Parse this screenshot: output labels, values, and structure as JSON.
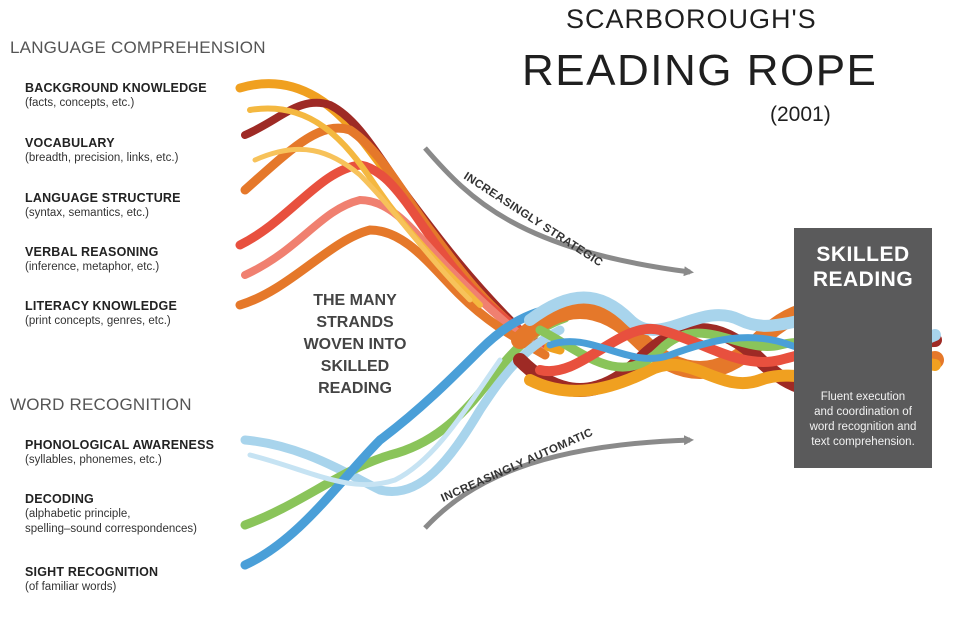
{
  "title": {
    "top": "SCARBOROUGH'S",
    "main": "READING ROPE",
    "year": "(2001)"
  },
  "language_comprehension": {
    "heading": "LANGUAGE COMPREHENSION",
    "strands": [
      {
        "title": "BACKGROUND KNOWLEDGE",
        "desc": "(facts, concepts, etc.)"
      },
      {
        "title": "VOCABULARY",
        "desc": "(breadth, precision, links, etc.)"
      },
      {
        "title": "LANGUAGE STRUCTURE",
        "desc": "(syntax, semantics, etc.)"
      },
      {
        "title": "VERBAL REASONING",
        "desc": "(inference, metaphor, etc.)"
      },
      {
        "title": "LITERACY KNOWLEDGE",
        "desc": "(print concepts, genres, etc.)"
      }
    ]
  },
  "word_recognition": {
    "heading": "WORD RECOGNITION",
    "strands": [
      {
        "title": "PHONOLOGICAL AWARENESS",
        "desc": "(syllables, phonemes, etc.)"
      },
      {
        "title": "DECODING",
        "desc": "(alphabetic principle,",
        "desc2": "spelling–sound correspondences)"
      },
      {
        "title": "SIGHT RECOGNITION",
        "desc": "(of familiar words)"
      }
    ]
  },
  "center_label": {
    "line1": "THE MANY",
    "line2": "STRANDS",
    "line3": "WOVEN INTO",
    "line4": "SKILLED",
    "line5": "READING"
  },
  "arrows": {
    "strategic": "INCREASINGLY STRATEGIC",
    "automatic": "INCREASINGLY AUTOMATIC"
  },
  "skilled_reading": {
    "line1": "SKILLED",
    "line2": "READING",
    "desc1": "Fluent execution",
    "desc2": "and coordination of",
    "desc3": "word recognition and",
    "desc4": "text comprehension."
  },
  "colors": {
    "orange": "#f0a020",
    "dark_orange": "#e5782a",
    "red": "#e8503e",
    "dark_red": "#9e2a25",
    "salmon": "#f08070",
    "light_blue": "#a8d4ec",
    "blue": "#4a9fd8",
    "green": "#8ac45a",
    "box_gray": "#5a5a5b",
    "arrow_gray": "#8a8a8a"
  }
}
